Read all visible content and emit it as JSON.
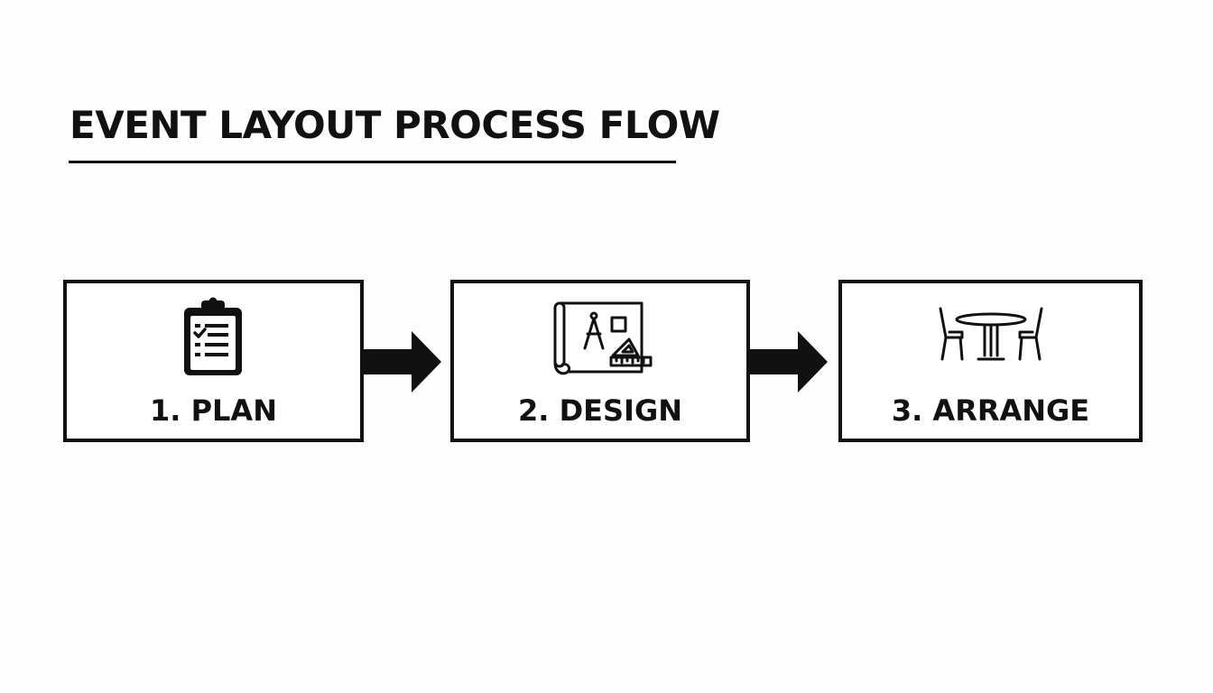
{
  "title": "EVENT LAYOUT PROCESS FLOW",
  "colors": {
    "ink": "#111111",
    "background": "#fefefe",
    "box_fill": "#ffffff"
  },
  "steps": [
    {
      "label": "1. PLAN",
      "icon": "clipboard-checklist-icon"
    },
    {
      "label": "2. DESIGN",
      "icon": "blueprint-compass-icon"
    },
    {
      "label": "3. ARRANGE",
      "icon": "table-chairs-icon"
    }
  ],
  "connectors": [
    {
      "from": "1. PLAN",
      "to": "2. DESIGN"
    },
    {
      "from": "2. DESIGN",
      "to": "3. ARRANGE"
    }
  ]
}
